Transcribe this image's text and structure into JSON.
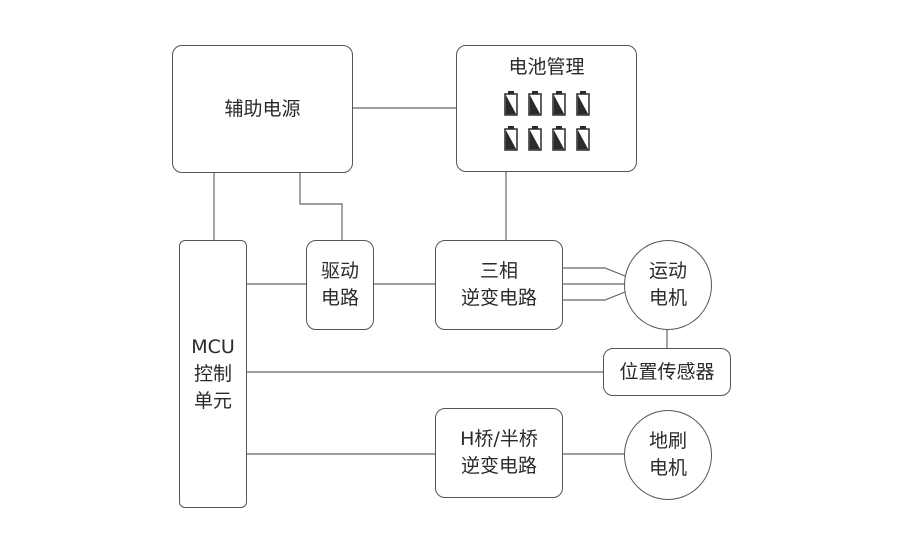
{
  "blocks": {
    "aux_power": "辅助电源",
    "battery_mgmt": "电池管理",
    "drive_line1": "驱动",
    "drive_line2": "电路",
    "inverter3_line1": "三相",
    "inverter3_line2": "逆变电路",
    "motion_motor_line1": "运动",
    "motion_motor_line2": "电机",
    "position_sensor": "位置传感器",
    "mcu_line1": "MCU",
    "mcu_line2": "控制",
    "mcu_line3": "单元",
    "hbridge_line1": "H桥/半桥",
    "hbridge_line2": "逆变电路",
    "brush_motor_line1": "地刷",
    "brush_motor_line2": "电机"
  },
  "battery_cells": 8,
  "colors": {
    "stroke": "#555555",
    "text": "#2a2a2a",
    "battery_fill": "#2b2b2b"
  }
}
